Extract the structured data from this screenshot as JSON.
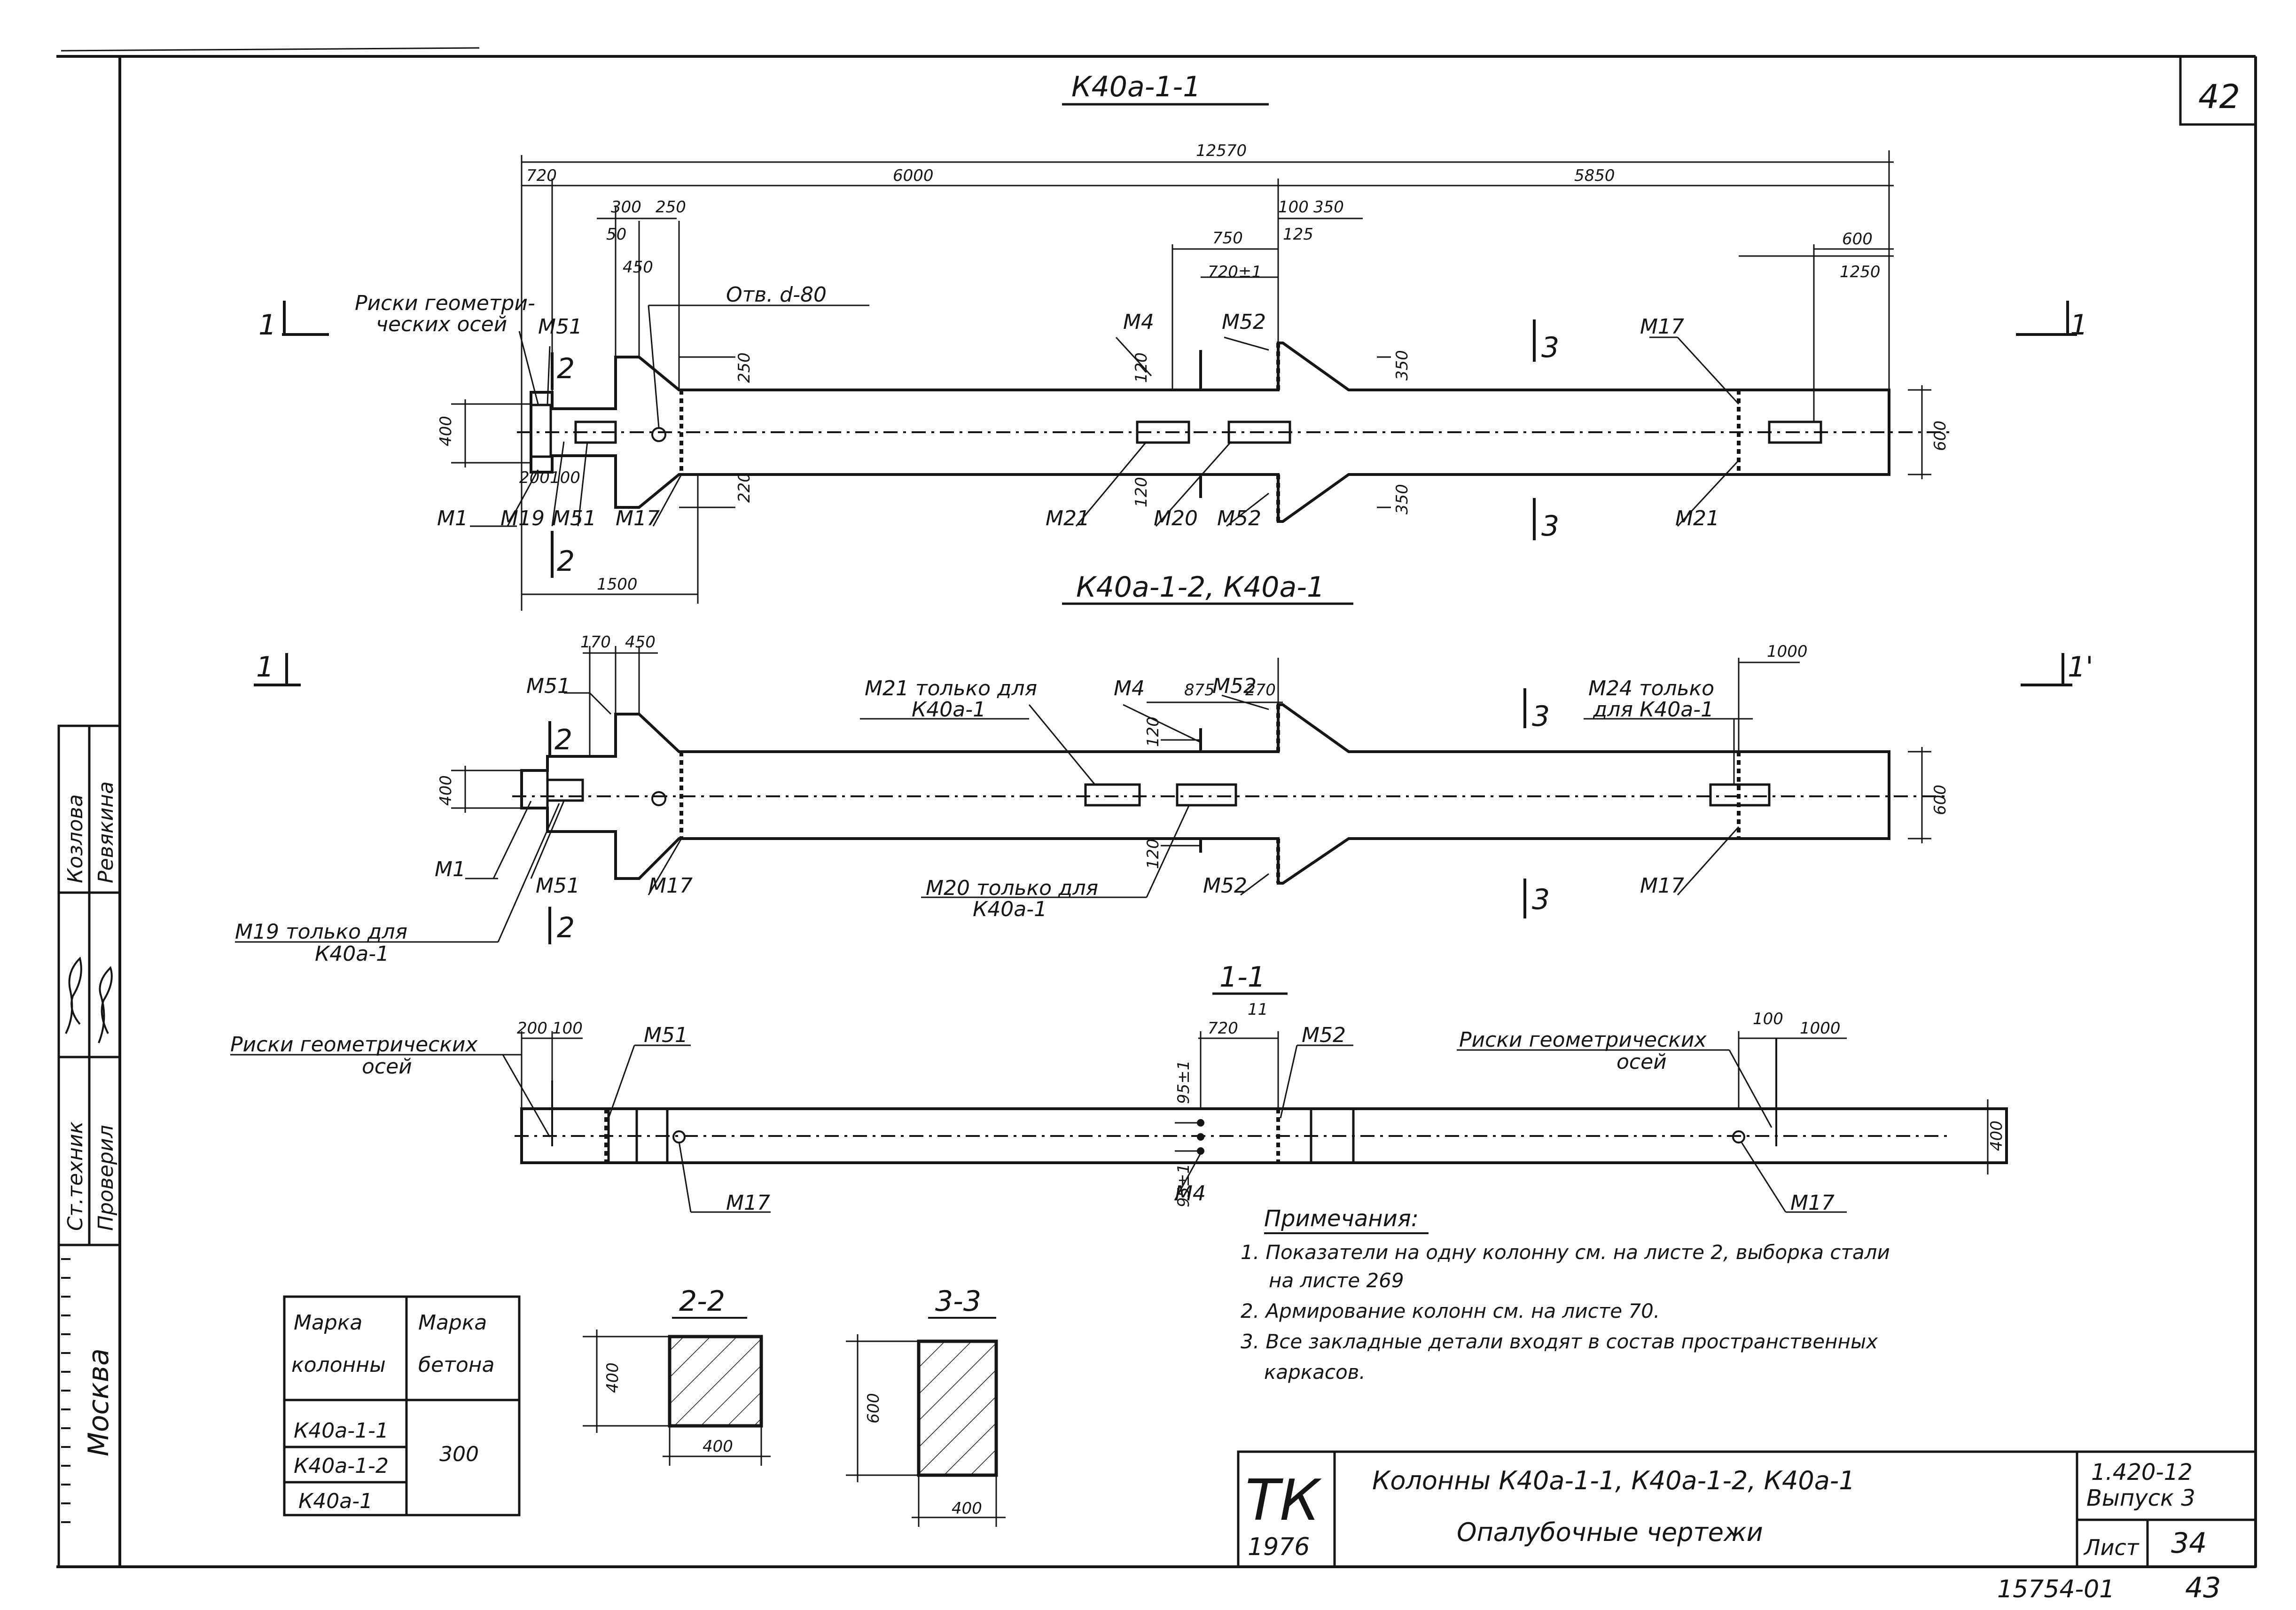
{
  "sheet": {
    "page_number": "42",
    "bottom_number": "43",
    "archive_number": "15754-01"
  },
  "views": {
    "v1_title": "К40а-1-1",
    "v2_title": "К40а-1-2, К40а-1",
    "v3_title": "1-1",
    "s22_title": "2-2",
    "s33_title": "3-3"
  },
  "v1": {
    "dims": {
      "total": "12570",
      "d720": "720",
      "d6000": "6000",
      "d5850": "5850",
      "d300": "300",
      "d250": "250",
      "d50": "50",
      "d450": "450",
      "d100": "100",
      "d350top": "350",
      "d750": "750",
      "d125": "125",
      "d720tol": "720±1",
      "d600top": "600",
      "d1250": "1250",
      "d250side": "250",
      "d350side": "350",
      "d400": "400",
      "d600": "600",
      "d200": "200",
      "d100b": "100",
      "d220": "220",
      "d120a": "120",
      "d120b": "120",
      "d350b": "350",
      "d1500": "1500"
    },
    "labels": {
      "riski": "Риски геометри-",
      "riski2": "ческих осей",
      "otv": "Отв. d-80",
      "M51a": "М51",
      "M4": "М4",
      "M52a": "М52",
      "M17a": "М17",
      "M1": "М1",
      "M19": "М19",
      "M51b": "М51",
      "M17b": "М17",
      "M21a": "М21",
      "M20": "М20",
      "M52b": "М52",
      "M21b": "М21",
      "sec1L": "1",
      "sec1R": "1",
      "sec2T": "2",
      "sec2B": "2",
      "sec3T": "3",
      "sec3B": "3"
    }
  },
  "v2": {
    "dims": {
      "d170": "170",
      "d450": "450",
      "d875": "875",
      "d270": "270",
      "d1000": "1000",
      "d400": "400",
      "d600": "600",
      "d120a": "120",
      "d120b": "120"
    },
    "labels": {
      "M51a": "М51",
      "M21note1": "М21 только для",
      "M21note2": "К40а-1",
      "M4": "М4",
      "M52a": "М52",
      "M24note1": "М24 только",
      "M24note2": "для К40а-1",
      "M1": "М1",
      "M51b": "М51",
      "M17": "М17",
      "M20note1": "М20 только для",
      "M20note2": "К40а-1",
      "M52b": "М52",
      "M17b": "М17",
      "M19note1": "М19 только для",
      "M19note2": "К40а-1",
      "sec1L": "1",
      "sec1R": "1'",
      "sec2T": "2",
      "sec2B": "2",
      "sec3T": "3",
      "sec3B": "3"
    }
  },
  "v3": {
    "dims": {
      "d200": "200",
      "d100": "100",
      "d720": "720",
      "d11": "11",
      "d95": "95±1",
      "d95b": "95±1",
      "d100r": "100",
      "d1000": "1000",
      "d400": "400"
    },
    "labels": {
      "riskiL1": "Риски геометрических",
      "riskiL2": "осей",
      "M51": "М51",
      "M52": "М52",
      "riskiR1": "Риски геометрических",
      "riskiR2": "осей",
      "M17a": "М17",
      "M4": "М4",
      "M17b": "М17"
    }
  },
  "sections": {
    "s22_w": "400",
    "s22_h": "400",
    "s33_w": "400",
    "s33_h": "600"
  },
  "notes": {
    "heading": "Примечания:",
    "n1a": "1. Показатели на одну колонну см. на листе 2, выборка стали",
    "n1b": "на листе 269",
    "n2": "2. Армирование колонн см. на листе 70.",
    "n3a": "3. Все закладные детали входят в состав пространственных",
    "n3b": "каркасов."
  },
  "table": {
    "h1a": "Марка",
    "h1b": "колонны",
    "h2a": "Марка",
    "h2b": "бетона",
    "rows": [
      "К40а-1-1",
      "К40а-1-2",
      "К40а-1"
    ],
    "concrete": "300"
  },
  "stamp": {
    "tk": "ТК",
    "year": "1976",
    "title1": "Колонны К40а-1-1, К40а-1-2, К40а-1",
    "title2": "Опалубочные чертежи",
    "code": "1.420-12",
    "issue": "Выпуск 3",
    "sheet_label": "Лист",
    "sheet_no": "34"
  },
  "side": {
    "name1": "Козлова",
    "name2": "Ревякина",
    "role1": "Ст.техник",
    "role2": "Проверил",
    "city": "Москва"
  }
}
